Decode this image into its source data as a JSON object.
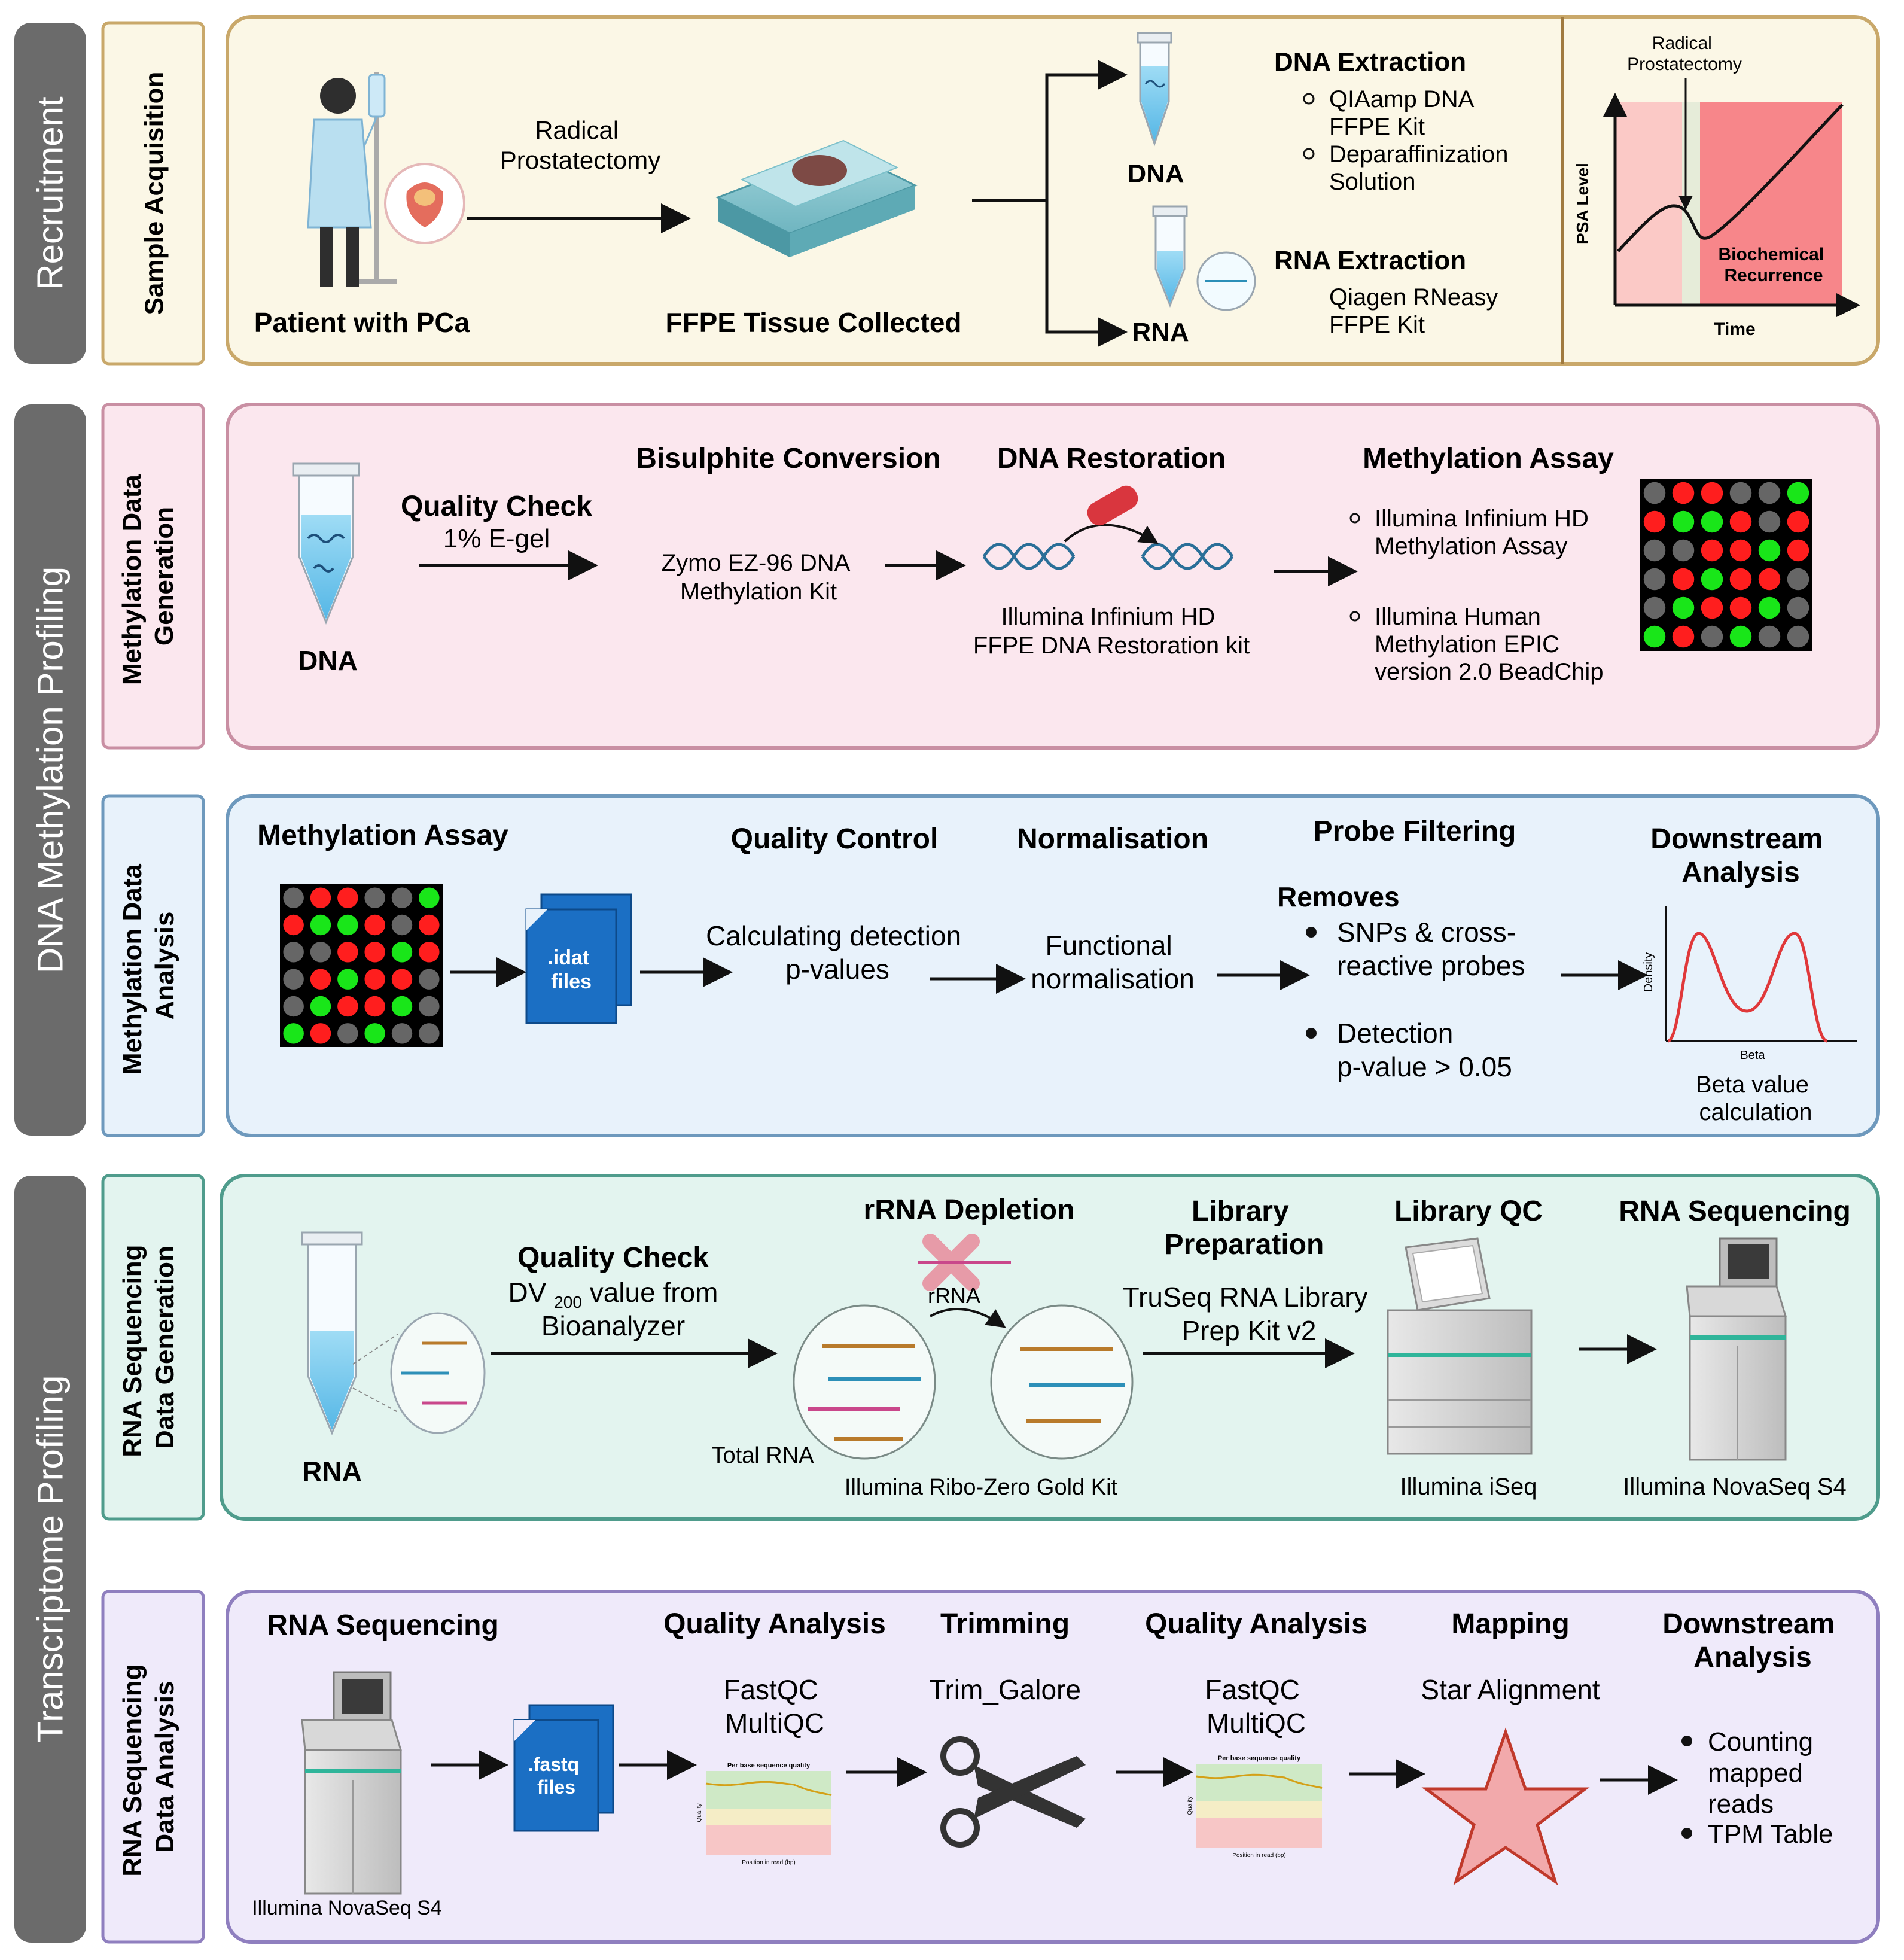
{
  "groups": {
    "recruitment": "Recruitment",
    "dna_methylation_profiling": "DNA Methylation Profiling",
    "transcriptome_profiling": "Transcriptome Profiling"
  },
  "sections": {
    "sample_acquisition": "Sample Acquisition",
    "methylation_data_generation": [
      "Methylation Data",
      "Generation"
    ],
    "methylation_data_analysis": [
      "Methylation Data",
      "Analysis"
    ],
    "rna_seq_data_generation": [
      "RNA Sequencing",
      "Data Generation"
    ],
    "rna_seq_data_analysis": [
      "RNA Sequencing",
      "Data Analysis"
    ]
  },
  "sample_acquisition": {
    "patient_label": "Patient with PCa",
    "surgery": [
      "Radical",
      "Prostatectomy"
    ],
    "tissue_label": "FFPE Tissue Collected",
    "dna_label": "DNA",
    "rna_label": "RNA",
    "dna_extraction": {
      "title": "DNA Extraction",
      "items": [
        [
          "QIAamp DNA",
          "FFPE Kit"
        ],
        [
          "Deparaffinization",
          "Solution"
        ]
      ]
    },
    "rna_extraction": {
      "title": "RNA Extraction",
      "lines": [
        "Qiagen RNeasy",
        "FFPE Kit"
      ]
    },
    "psa_chart": {
      "annotation": [
        "Radical",
        "Prostatectomy"
      ],
      "ylabel": "PSA Level",
      "xlabel": "Time",
      "recurrence": [
        "Biochemical",
        "Recurrence"
      ]
    }
  },
  "methylation_generation": {
    "dna_label": "DNA",
    "quality_check": {
      "title": "Quality Check",
      "sub": "1% E-gel"
    },
    "bisulphite": {
      "title": "Bisulphite Conversion",
      "lines": [
        "Zymo EZ-96 DNA",
        "Methylation Kit"
      ]
    },
    "restoration": {
      "title": "DNA Restoration",
      "lines": [
        "Illumina Infinium HD",
        "FFPE DNA Restoration kit"
      ]
    },
    "assay": {
      "title": "Methylation Assay",
      "items": [
        [
          "Illumina Infinium HD",
          "Methylation Assay"
        ],
        [
          "Illumina Human",
          "Methylation EPIC",
          "version 2.0 BeadChip"
        ]
      ]
    }
  },
  "methylation_analysis": {
    "assay_title": "Methylation Assay",
    "idat_label": [
      ".idat",
      "files"
    ],
    "qc": {
      "title": "Quality Control",
      "lines": [
        "Calculating detection",
        "p-values"
      ]
    },
    "normalisation": {
      "title": "Normalisation",
      "lines": [
        "Functional",
        "normalisation"
      ]
    },
    "filtering": {
      "title": "Probe Filtering",
      "removes": "Removes",
      "items": [
        [
          "SNPs & cross-",
          "reactive probes"
        ],
        [
          "Detection",
          "p-value > 0.05"
        ]
      ]
    },
    "downstream": {
      "title": [
        "Downstream",
        "Analysis"
      ],
      "ylabel": "Density",
      "xlabel": "Beta",
      "caption": [
        "Beta value",
        "calculation"
      ]
    }
  },
  "rna_generation": {
    "rna_label": "RNA",
    "quality_check": {
      "title": "Quality Check",
      "dv_prefix": "DV",
      "dv_sub": "200",
      "dv_suffix": " value from",
      "line2": "Bioanalyzer"
    },
    "depletion": {
      "title": "rRNA Depletion",
      "rrna_label": "rRNA",
      "total_rna": "Total RNA",
      "kit": "Illumina Ribo-Zero Gold Kit"
    },
    "library_prep": {
      "title": [
        "Library",
        "Preparation"
      ],
      "lines": [
        "TruSeq RNA Library",
        "Prep Kit v2"
      ]
    },
    "library_qc": {
      "title": "Library QC",
      "instrument": "Illumina iSeq"
    },
    "sequencing": {
      "title": "RNA Sequencing",
      "instrument": "Illumina NovaSeq S4"
    }
  },
  "rna_analysis": {
    "seq_title": "RNA Sequencing",
    "instrument": "Illumina NovaSeq S4",
    "fastq_label": [
      ".fastq",
      "files"
    ],
    "qa1": {
      "title": "Quality Analysis",
      "lines": [
        "FastQC",
        "MultiQC"
      ]
    },
    "trimming": {
      "title": "Trimming",
      "tool": "Trim_Galore"
    },
    "qa2": {
      "title": "Quality Analysis",
      "lines": [
        "FastQC",
        "MultiQC"
      ]
    },
    "mapping": {
      "title": "Mapping",
      "tool": "Star Alignment"
    },
    "downstream": {
      "title": [
        "Downstream",
        "Analysis"
      ],
      "items": [
        [
          "Counting",
          "mapped",
          "reads"
        ],
        [
          "TPM Table"
        ]
      ]
    },
    "qc_plot": {
      "title": "Per base sequence quality",
      "xlabel": "Position in read (bp)",
      "ylabel": "Quality"
    }
  },
  "colors": {
    "sample_fill": "#fbf7e6",
    "sample_stroke": "#c9a86a",
    "meth_gen_fill": "#fbe7ee",
    "meth_gen_stroke": "#c98fa3",
    "meth_an_fill": "#e8f2fb",
    "meth_an_stroke": "#6e99bd",
    "rna_gen_fill": "#e3f4ef",
    "rna_gen_stroke": "#4f9c8c",
    "rna_an_fill": "#efeafa",
    "rna_an_stroke": "#8f7fbf",
    "group_bar": "#6b6b6b",
    "chip_red": "#ff1e1e",
    "chip_green": "#19e619",
    "chip_grey": "#666666",
    "file_blue": "#1b6fc4",
    "star_red": "#e88c8f"
  }
}
